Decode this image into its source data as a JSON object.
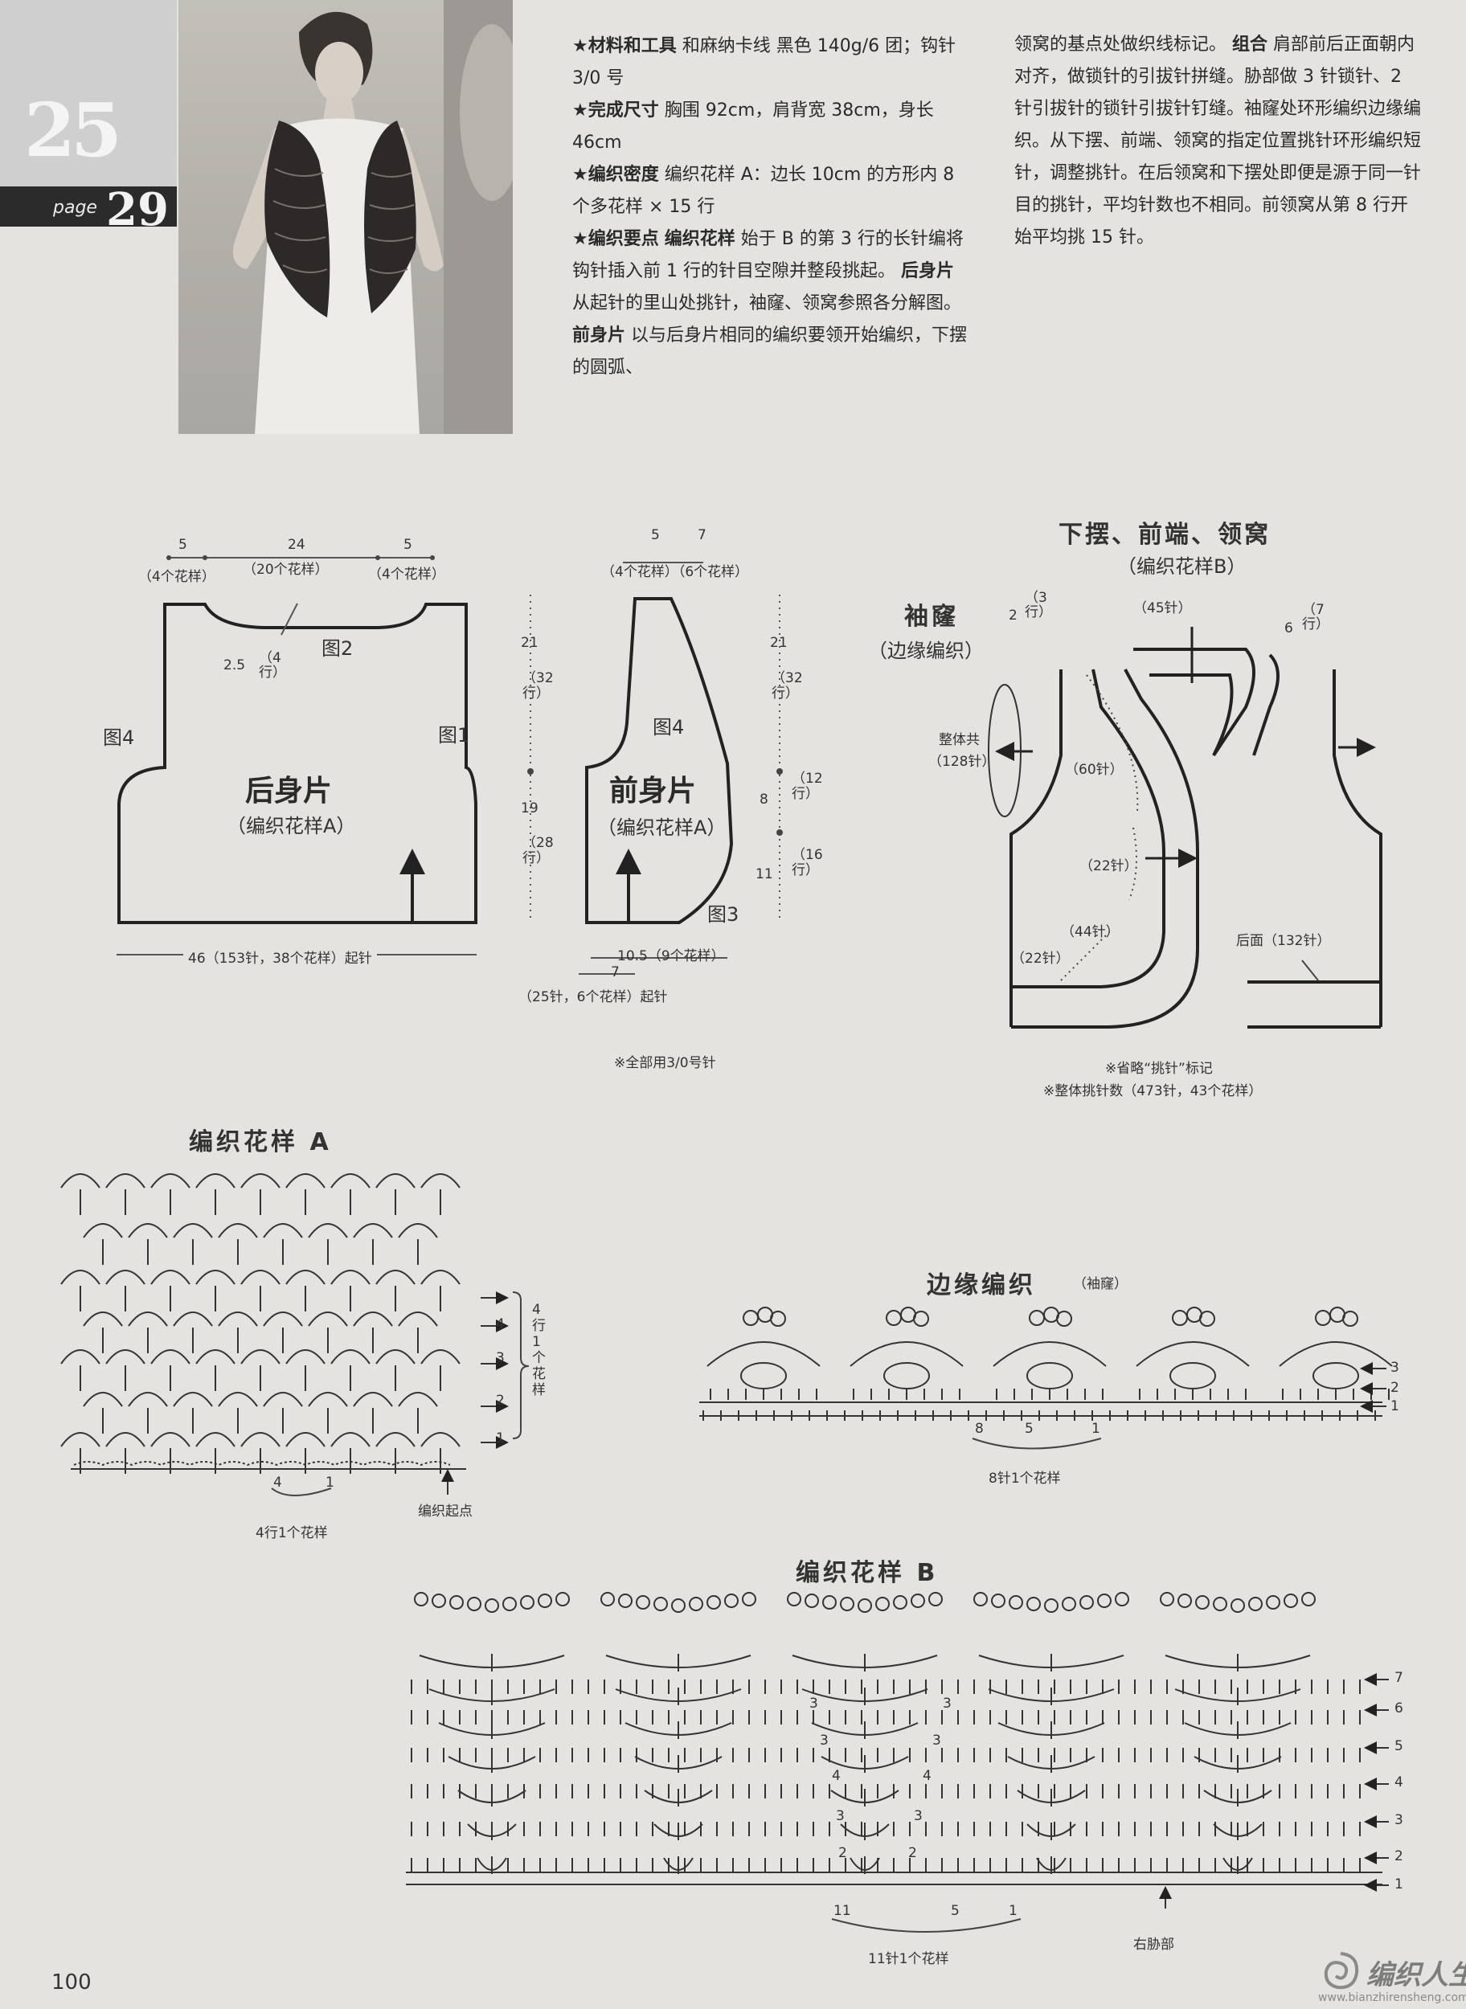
{
  "badge": {
    "number": "25",
    "page_word": "page",
    "page_number": "29"
  },
  "instructions_left": {
    "materials_label": "材料和工具",
    "materials_text": "和麻纳卡线 黑色 140g/6 团；钩针 3/0 号",
    "size_label": "完成尺寸",
    "size_text": "胸围 92cm，肩背宽 38cm，身长 46cm",
    "gauge_label": "编织密度",
    "gauge_text": "编织花样 A：边长 10cm 的方形内 8 个多花样 × 15 行",
    "points_label": "编织要点",
    "pattern_label": "编织花样",
    "pattern_text": "始于 B 的第 3 行的长针编将钩针插入前 1 行的针目空隙并整段挑起。",
    "back_label": "后身片",
    "back_text": "从起针的里山处挑针，袖窿、领窝参照各分解图。",
    "front_label": "前身片",
    "front_text": "以与后身片相同的编织要领开始编织，下摆的圆弧、"
  },
  "instructions_right": {
    "text_1": "领窝的基点处做织线标记。",
    "assembly_label": "组合",
    "text_2": "肩部前后正面朝内对齐，做锁针的引拔针拼缝。胁部做 3 针锁针、2 针引拔针的锁针引拔针钉缝。袖窿处环形编织边缘编织。从下摆、前端、领窝的指定位置挑针环形编织短针，调整挑针。在后领窝和下摆处即便是源于同一针目的挑针，平均针数也不相同。前领窝从第 8 行开始平均挑 15 针。"
  },
  "back_piece": {
    "title": "后身片",
    "subtitle": "（编织花样A）",
    "top_left": "5",
    "top_left_sub": "（4个花样）",
    "top_mid": "24",
    "top_mid_sub": "（20个花样）",
    "top_right": "5",
    "top_right_sub": "（4个花样）",
    "neck_depth": "2.5",
    "neck_rows": "（4行）",
    "fig2": "图2",
    "fig1": "图1",
    "fig4": "图4",
    "bottom": "46（153针，38个花样）起针"
  },
  "front_piece": {
    "title": "前身片",
    "subtitle": "（编织花样A）",
    "top_left": "5",
    "top_right": "7",
    "top_sub": "（4个花样）（6个花样）",
    "fig4": "图4",
    "fig3": "图3",
    "h_upper": "21",
    "h_upper_rows": "（32行）",
    "h_lower": "19",
    "h_lower_rows": "（28行）",
    "r_upper": "21",
    "r_upper_rows": "（32行）",
    "r_mid": "8",
    "r_mid_rows": "（12行）",
    "r_low": "11",
    "r_low_rows": "（16行）",
    "bottom_1": "10.5（9个花样）",
    "bottom_2": "7",
    "bottom_3": "（25针，6个花样）起针",
    "note": "※全部用3/0号针"
  },
  "edging_diagram": {
    "title": "下摆、前端、领窝",
    "subtitle": "（编织花样B）",
    "armhole_label": "袖窿",
    "armhole_sub": "（边缘编织）",
    "shoulder_left": "2",
    "shoulder_left_rows": "（3行）",
    "shoulder_right": "6",
    "shoulder_right_rows": "（7行）",
    "neck_count": "（45针）",
    "total_label": "整体共",
    "total_count": "（128针）",
    "c60": "（60针）",
    "c22a": "（22针）",
    "c44": "（44针）",
    "c22b": "（22针）",
    "back_count": "后面（132针）",
    "note_1": "※省略“挑针”标记",
    "note_2": "※整体挑针数（473针，43个花样）"
  },
  "pattern_a": {
    "title": "编织花样 A",
    "row_labels": [
      "4",
      "3",
      "2",
      "1"
    ],
    "repeat_rows": "4行1个花样",
    "repeat_label": "4行1个花样",
    "foot_numbers": [
      "4",
      "1"
    ],
    "start_label": "编织起点"
  },
  "edge_pattern": {
    "title": "边缘编织",
    "title_sub": "（袖窿）",
    "row_labels": [
      "3",
      "2",
      "1"
    ],
    "foot_numbers": [
      "8",
      "5",
      "1"
    ],
    "repeat_label": "8针1个花样"
  },
  "pattern_b": {
    "title": "编织花样 B",
    "row_labels": [
      "7",
      "6",
      "5",
      "4",
      "3",
      "2",
      "1"
    ],
    "inner_labels": [
      "3",
      "3",
      "3",
      "3",
      "4",
      "4",
      "3",
      "3",
      "2",
      "2"
    ],
    "foot_numbers": [
      "11",
      "5",
      "1"
    ],
    "repeat_label": "11针1个花样",
    "side_label": "右胁部"
  },
  "page_number": "100",
  "watermark": {
    "brand": "编织人生",
    "url": "www.bianzhirensheng.com"
  }
}
